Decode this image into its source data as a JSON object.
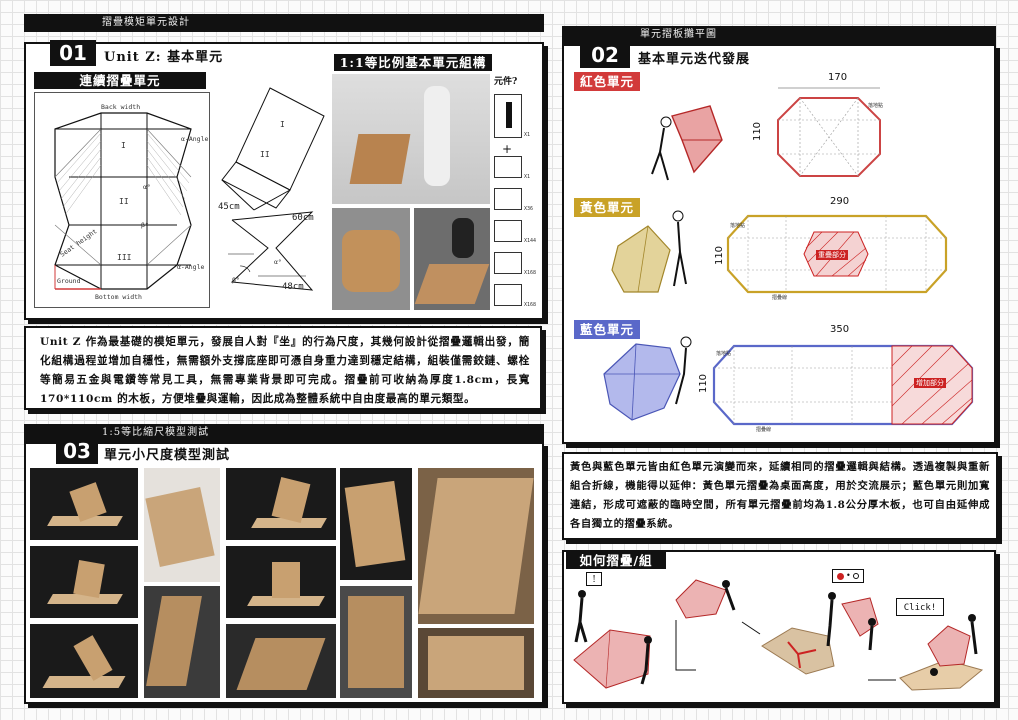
{
  "section1": {
    "tab": "摺疊模矩單元設計",
    "number": "01",
    "title": "Unit Z: 基本單元",
    "sub_label": "連續摺疊單元",
    "diagram": {
      "back_width": "Back width",
      "bottom_width": "Bottom width",
      "seat_height": "Seat height",
      "ground": "Ground",
      "alpha_angle_top": "α-Angle",
      "alpha_angle_bottom": "α-Angle",
      "beta": "β°",
      "alpha": "α°",
      "roman_1": "I",
      "roman_2": "II",
      "roman_3": "III"
    },
    "chair": {
      "dim_45": "45cm",
      "dim_60": "60cm",
      "dim_48": "48cm",
      "roman_1": "I",
      "roman_2": "II",
      "alpha": "α°",
      "beta": "β°"
    },
    "photo_heading": "1:1等比例基本單元組構",
    "parts_label": "元件?",
    "parts": [
      "X1",
      "X1",
      "X36",
      "X144",
      "X168",
      "X168"
    ],
    "description": "Unit Z 作為最基礎的模矩單元，發展自人對『坐』的行為尺度，其幾何設計從摺疊邏輯出發，簡化組構過程並增加自穩性，無需額外支撐底座即可憑自身重力達到穩定結構，組裝僅需鉸鏈、螺栓等簡易五金與電鑽等常見工具，無需專業背景即可完成。摺疊前可收納為厚度1.8cm，長寬170*110cm 的木板，方便堆疊與運輸，因此成為整體系統中自由度最高的單元類型。"
  },
  "section2": {
    "tab": "單元摺板攤平圖",
    "number": "02",
    "title": "基本單元迭代發展",
    "red": {
      "label": "紅色單元",
      "width": "170",
      "height": "110",
      "ground_label": "落地點"
    },
    "yellow": {
      "label": "黃色單元",
      "width": "290",
      "height": "110",
      "overlap": "重疊部分",
      "ground_label": "落地點",
      "hinge_label": "摺疊線"
    },
    "blue": {
      "label": "藍色單元",
      "width": "350",
      "height": "110",
      "added": "增加部分",
      "ground_label": "落地點",
      "hinge_label": "摺疊線"
    },
    "description": "黃色與藍色單元皆由紅色單元演變而來，延續相同的摺疊邏輯與結構。透過複製與重新組合折線，機能得以延伸：黃色單元摺疊為桌面高度，用於交流展示；藍色單元則加寬連結，形成可遮蔽的臨時空間，所有單元摺疊前均為1.8公分厚木板，也可自由延伸成各自獨立的摺疊系統。"
  },
  "section3": {
    "tab": "1:5等比縮尺模型測試",
    "number": "03",
    "title": "單元小尺度模型測試"
  },
  "section4": {
    "title": "如何摺疊/組裝?!",
    "bubble_1": "!",
    "bubble_click": "Click!"
  },
  "colors": {
    "red": "#d23a3a",
    "yellow": "#c9a227",
    "blue": "#5a68c9",
    "black": "#111111",
    "pink": "#e3a3a3"
  }
}
